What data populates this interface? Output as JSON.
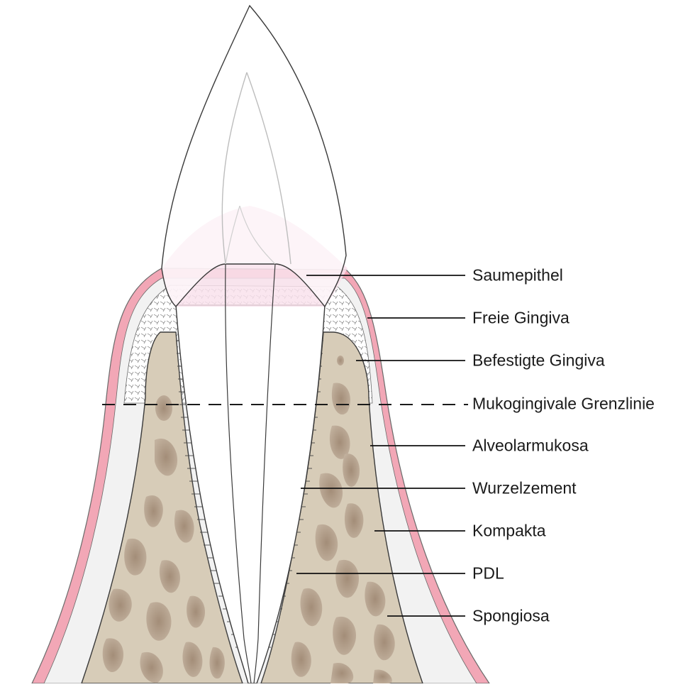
{
  "labels": {
    "saumepithel": "Saumepithel",
    "freie_gingiva": "Freie Gingiva",
    "befestigte_gingiva": "Befestigte Gingiva",
    "mukogingivale_grenzlinie": "Mukogingivale Grenzlinie",
    "alveolarmukosa": "Alveolarmukosa",
    "wurzelzement": "Wurzelzement",
    "kompakta": "Kompakta",
    "pdl": "PDL",
    "spongiosa": "Spongiosa"
  },
  "colors": {
    "gingiva_pink": "#f2a7b6",
    "junctional_epithelium": "#f9e2ec",
    "bone": "#d7ccb8",
    "marrow": "#b09a84",
    "mucosa": "#f2f2f2",
    "outline": "#3a3a3a"
  }
}
